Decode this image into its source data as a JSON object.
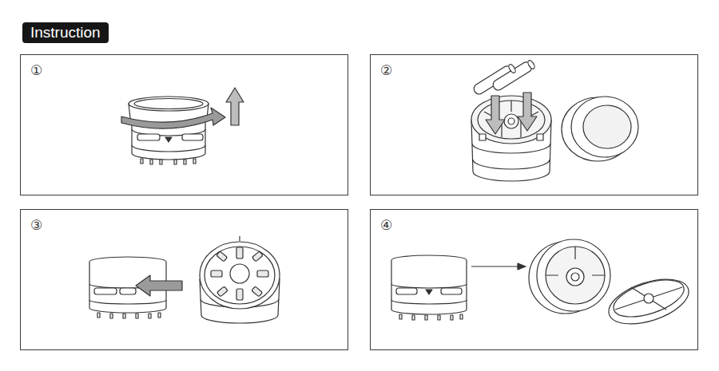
{
  "diagram": {
    "title": "Instruction",
    "nodes": [
      {
        "text": [
          "①"
        ]
      },
      {
        "text": [
          "②"
        ]
      },
      {
        "text": [
          "③"
        ]
      },
      {
        "text": [
          "④"
        ]
      }
    ]
  }
}
